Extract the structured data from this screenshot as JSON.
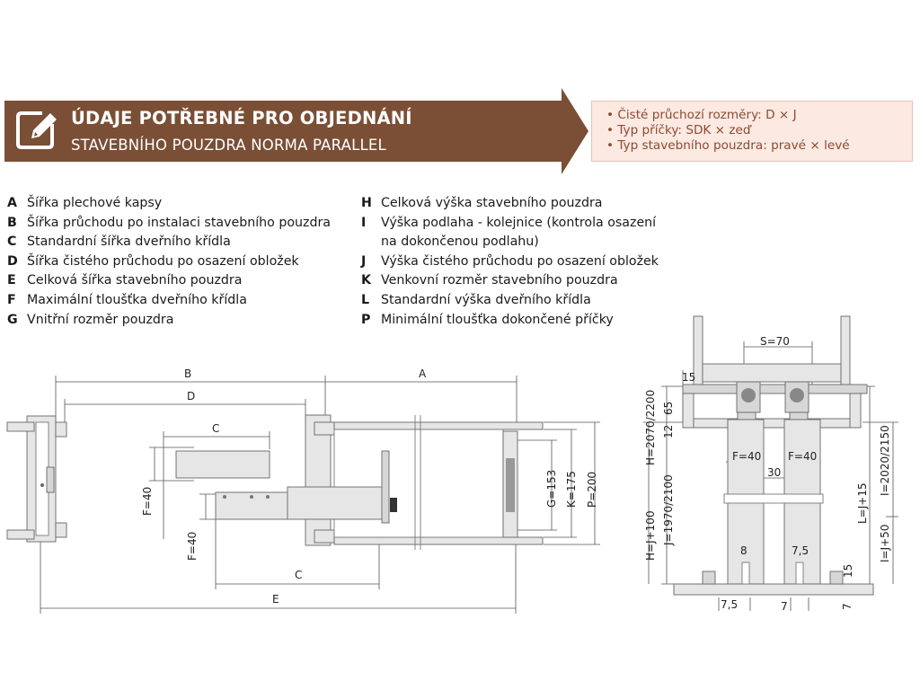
{
  "header": {
    "title_line1": "ÚDAJE POTŘEBNÉ PRO OBJEDNÁNÍ",
    "title_line2": "STAVEBNÍHO POUZDRA NORMA PARALLEL",
    "icon": "edit-icon",
    "banner_color": "#7a4f35"
  },
  "info_box": {
    "items": [
      "Čisté průchozí rozměry: D × J",
      "Typ příčky: SDK × zeď",
      "Typ stavebního pouzdra: pravé × levé"
    ],
    "text_color": "#8e4a30",
    "background": "#fbe9e2"
  },
  "legend_left": [
    {
      "key": "A",
      "desc": "Šířka plechové kapsy"
    },
    {
      "key": "B",
      "desc": "Šířka průchodu po instalaci stavebního pouzdra"
    },
    {
      "key": "C",
      "desc": "Standardní šířka dveřního křídla"
    },
    {
      "key": "D",
      "desc": "Šířka čistého průchodu po osazení obložek"
    },
    {
      "key": "E",
      "desc": "Celková šířka stavebního pouzdra"
    },
    {
      "key": "F",
      "desc": "Maximální tloušťka dveřního křídla"
    },
    {
      "key": "G",
      "desc": "Vnitřní rozměr pouzdra"
    }
  ],
  "legend_right": [
    {
      "key": "H",
      "desc": "Celková výška stavebního pouzdra"
    },
    {
      "key": "I",
      "desc": "Výška podlaha - kolejnice (kontrola osazení",
      "desc2": "na dokončenou podlahu)"
    },
    {
      "key": "J",
      "desc": "Výška čistého průchodu po osazení obložek"
    },
    {
      "key": "K",
      "desc": "Venkovní rozměr stavebního pouzdra"
    },
    {
      "key": "L",
      "desc": "Standardní výška dveřního křídla"
    },
    {
      "key": "P",
      "desc": "Minimální tloušťka dokončené příčky"
    }
  ],
  "plan_view": {
    "label_B": "B",
    "label_A": "A",
    "label_D": "D",
    "label_C_top": "C",
    "label_F1": "F=40",
    "label_F2": "F=40",
    "label_C_bottom": "C",
    "label_E": "E",
    "label_G": "G=153",
    "label_K": "K=175",
    "label_P": "P=200"
  },
  "section_view": {
    "label_S": "S=70",
    "label_15_top": "15",
    "label_65": "65",
    "label_12": "12",
    "label_H": "H=2070/2200",
    "label_F_left": "F=40",
    "label_F_right": "F=40",
    "label_30": "30",
    "label_I_top": "I=2020/2150",
    "label_J": "J=1970/2100",
    "label_L": "L=J+15",
    "label_H_bottom": "H=J+100",
    "label_I_bottom": "I=J+50",
    "label_8": "8",
    "label_7_5_top": "7,5",
    "label_15_bottom": "15",
    "label_7_5_bottom": "7,5",
    "label_7_mid": "7",
    "label_7_right": "7"
  }
}
